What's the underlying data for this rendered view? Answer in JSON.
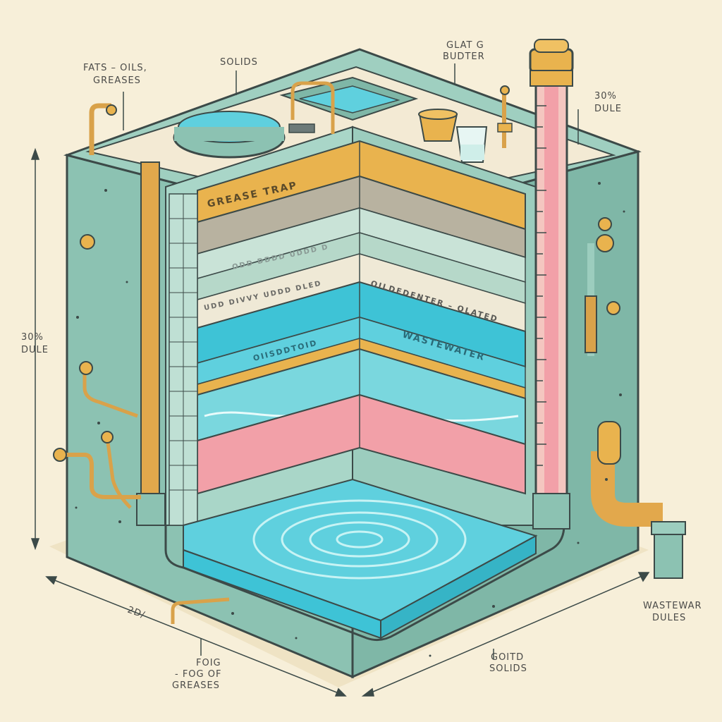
{
  "labels": {
    "fats_line1": "FATS – OILS,",
    "fats_line2": "GREASES",
    "solids_top": "SOLIDS",
    "glass_line1": "GLAT G",
    "glass_line2": "BUDTER",
    "percent_right_line1": "30%",
    "percent_right_line2": "DULE",
    "percent_left_line1": "30%",
    "percent_left_line2": "DULE",
    "wastewater_line1": "WASTEWAR",
    "wastewater_line2": "DULES",
    "bottom_left_small": "2D/",
    "fog_line1": "FOIG",
    "fog_line2": "- FOG OF",
    "fog_line3": "GREASES",
    "solids_bottom_line1": "GOITD",
    "solids_bottom_line2": "SOLIDS"
  },
  "bands": {
    "grease_trap": "GREASE TRAP",
    "faded_band": "UDD DIVVY UDDD DLED",
    "faded_top": "ODD DDDD UDDD D",
    "clear_water": "OILDEDENTER – OLATED",
    "blue_left": "OIISDDTOID",
    "wastewater": "WASTEWATER"
  },
  "colors": {
    "background": "#f7efd9",
    "tank_wall": "#8cc2b2",
    "outline": "#3c4a48",
    "grease_yellow": "#e9b34e",
    "water_blue": "#3ec3d6",
    "sludge_pink": "#f2a0a8",
    "pipe_orange": "#d9a24a"
  }
}
